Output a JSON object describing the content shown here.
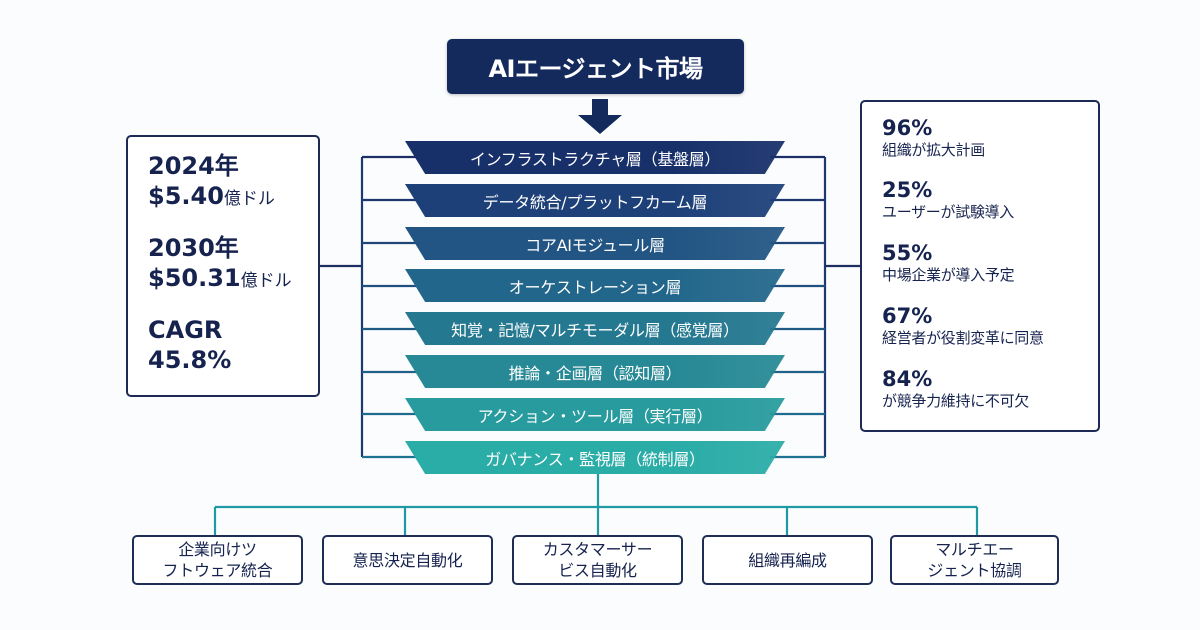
{
  "title": "AIエージェント市場",
  "colors": {
    "navy": "#142a5c",
    "teal": "#26aaa6",
    "connector_navy": "#1f3b73",
    "connector_teal": "#1f9aa5"
  },
  "market": {
    "items": [
      {
        "year": "2024年",
        "value": "$5.40",
        "unit": "億ドル"
      },
      {
        "year": "2030年",
        "value": "$50.31",
        "unit": "億ドル"
      },
      {
        "year": "CAGR",
        "value": "45.8%",
        "unit": ""
      }
    ]
  },
  "layers": [
    {
      "label": "インフラストラクチャ層（基盤層）",
      "color": "#17306a"
    },
    {
      "label": "データ統合/プラットフカーム層",
      "color": "#1d4079"
    },
    {
      "label": "コアAIモジュール層",
      "color": "#225583"
    },
    {
      "label": "オーケストレーション層",
      "color": "#22678b"
    },
    {
      "label": "知覚・記憶/マルチモーダル層（感覚層）",
      "color": "#247890"
    },
    {
      "label": "推論・企画層（認知層）",
      "color": "#268995"
    },
    {
      "label": "アクション・ツール層（実行層）",
      "color": "#279b9d"
    },
    {
      "label": "ガバナンス・監視層（統制層）",
      "color": "#2aaca7"
    }
  ],
  "stats": [
    {
      "pct": "96%",
      "desc": "組織が拡大計画"
    },
    {
      "pct": "25%",
      "desc": "ユーザーが試験導入"
    },
    {
      "pct": "55%",
      "desc": "中場企業が導入予定"
    },
    {
      "pct": "67%",
      "desc": "経営者が役割変革に同意"
    },
    {
      "pct": "84%",
      "desc": "が競争力維持に不可欠"
    }
  ],
  "applications": [
    {
      "line1": "企業向けツ",
      "line2": "フトウェア統合"
    },
    {
      "line1": "意思決定自動化",
      "line2": ""
    },
    {
      "line1": "カスタマーサー",
      "line2": "ビス自動化"
    },
    {
      "line1": "組織再編成",
      "line2": ""
    },
    {
      "line1": "マルチエー",
      "line2": "ジェント協調"
    }
  ]
}
